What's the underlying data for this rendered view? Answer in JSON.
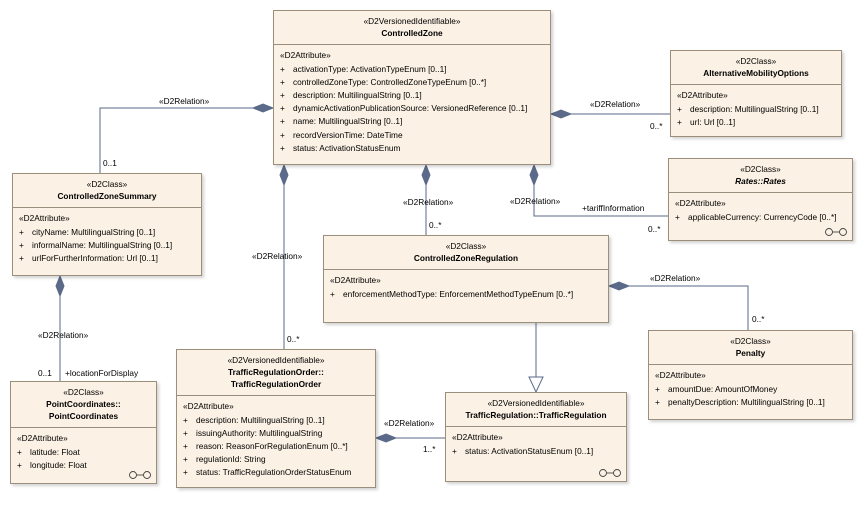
{
  "classes": {
    "controlled_zone": {
      "stereotype": "«D2VersionedIdentifiable»",
      "name": "ControlledZone",
      "section": "«D2Attribute»",
      "attributes": [
        "activationType: ActivationTypeEnum [0..1]",
        "controlledZoneType: ControlledZoneTypeEnum [0..*]",
        "description: MultilingualString [0..1]",
        "dynamicActivationPublicationSource: VersionedReference [0..1]",
        "name: MultilingualString [0..1]",
        "recordVersionTime: DateTime",
        "status: ActivationStatusEnum"
      ]
    },
    "alternative_mobility": {
      "stereotype": "«D2Class»",
      "name": "AlternativeMobilityOptions",
      "section": "«D2Attribute»",
      "attributes": [
        "description: MultilingualString [0..1]",
        "url: Url [0..1]"
      ]
    },
    "rates": {
      "stereotype": "«D2Class»",
      "name": "Rates::Rates",
      "section": "«D2Attribute»",
      "attributes": [
        "applicableCurrency: CurrencyCode [0..*]"
      ]
    },
    "zone_summary": {
      "stereotype": "«D2Class»",
      "name": "ControlledZoneSummary",
      "section": "«D2Attribute»",
      "attributes": [
        "cityName: MultilingualString [0..1]",
        "informalName: MultilingualString [0..1]",
        "urlForFurtherInformation: Url [0..1]"
      ]
    },
    "zone_regulation": {
      "stereotype": "«D2Class»",
      "name": "ControlledZoneRegulation",
      "section": "«D2Attribute»",
      "attributes": [
        "enforcementMethodType: EnforcementMethodTypeEnum [0..*]"
      ]
    },
    "penalty": {
      "stereotype": "«D2Class»",
      "name": "Penalty",
      "section": "«D2Attribute»",
      "attributes": [
        "amountDue: AmountOfMoney",
        "penaltyDescription: MultilingualString [0..1]"
      ]
    },
    "point_coordinates": {
      "stereotype": "«D2Class»",
      "name_line1": "PointCoordinates::",
      "name_line2": "PointCoordinates",
      "section": "«D2Attribute»",
      "attributes": [
        "latitude: Float",
        "longitude: Float"
      ]
    },
    "traffic_regulation_order": {
      "stereotype": "«D2VersionedIdentifiable»",
      "name_line1": "TrafficRegulationOrder::",
      "name_line2": "TrafficRegulationOrder",
      "section": "«D2Attribute»",
      "attributes": [
        "description: MultilingualString [0..1]",
        "issuingAuthority: MultilingualString",
        "reason: ReasonForRegulationEnum [0..*]",
        "regulationId: String",
        "status: TrafficRegulationOrderStatusEnum"
      ]
    },
    "traffic_regulation": {
      "stereotype": "«D2VersionedIdentifiable»",
      "name": "TrafficRegulation::TrafficRegulation",
      "section": "«D2Attribute»",
      "attributes": [
        "status: ActivationStatusEnum [0..1]"
      ]
    }
  },
  "attribute_marker": "+",
  "labels": {
    "rel_summary": "«D2Relation»",
    "mult_summary": "0..1",
    "rel_altmob": "«D2Relation»",
    "mult_altmob": "0..*",
    "rel_rates": "«D2Relation»",
    "role_rates": "+tariffInformation",
    "mult_rates": "0..*",
    "rel_regulation": "«D2Relation»",
    "mult_regulation": "0..*",
    "rel_tro": "«D2Relation»",
    "mult_tro": "0..*",
    "rel_penalty": "«D2Relation»",
    "mult_penalty": "0..*",
    "rel_point": "«D2Relation»",
    "mult_point": "0..1",
    "role_point": "+locationForDisplay",
    "rel_tr": "«D2Relation»",
    "mult_tr": "1..*"
  }
}
